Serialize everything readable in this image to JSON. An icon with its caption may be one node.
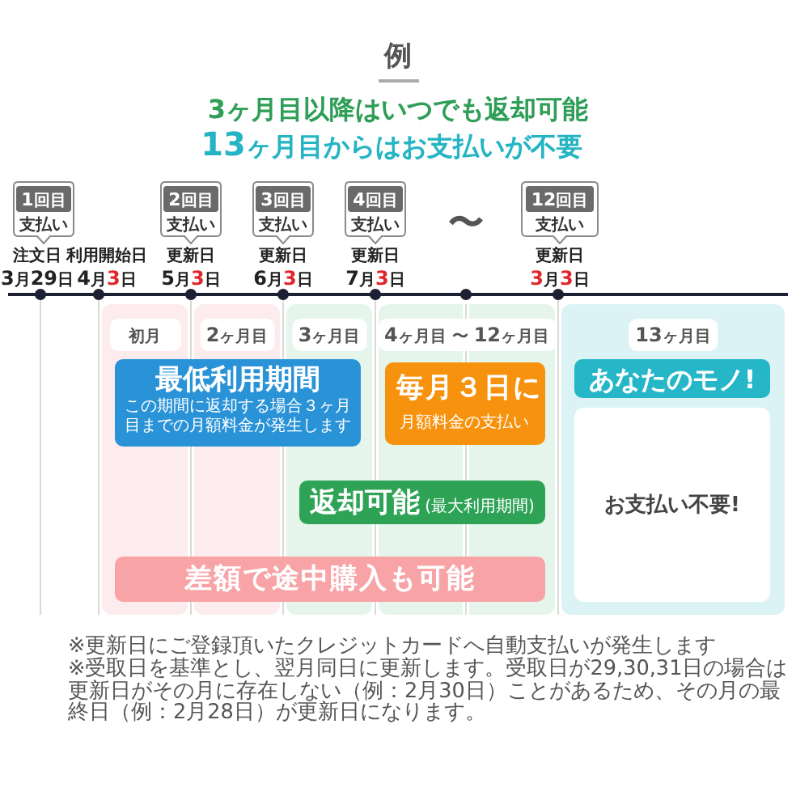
{
  "diagram": {
    "title": "例",
    "nodes": [
      {
        "text": [
          "1回目",
          "支払い"
        ]
      },
      {
        "text": [
          "2回目",
          "支払い"
        ]
      },
      {
        "text": [
          "3回目",
          "支払い"
        ]
      },
      {
        "text": [
          "4回目",
          "支払い"
        ]
      },
      {
        "text": [
          "12回目",
          "支払い"
        ]
      },
      {
        "text": [
          "初月"
        ]
      },
      {
        "text": [
          "2ヶ月目"
        ]
      },
      {
        "text": [
          "3ヶ月目"
        ]
      },
      {
        "text": [
          "4ヶ月目 〜 12ヶ月目"
        ]
      },
      {
        "text": [
          "13ヶ月目"
        ]
      },
      {
        "text": [
          "最低利用期間",
          "この期間に返却する場合３ヶ月目までの月額料金が発生します"
        ]
      },
      {
        "text": [
          "毎月３日に",
          "月額料金の支払い"
        ],
        "in": 8
      },
      {
        "text": [
          "あなたのモノ!"
        ],
        "in": 9
      },
      {
        "text": [
          "お支払い不要!"
        ],
        "in": 9
      },
      {
        "text": [
          "返却可能",
          "(最大利用期間)"
        ]
      },
      {
        "text": [
          "差額で途中購入も可能"
        ]
      }
    ],
    "labels": [
      "3ヶ月目以降はいつでも返却可能",
      "13ヶ月目からはお支払いが不要",
      "〜",
      "注文日",
      "3月29日",
      "利用開始日",
      "4月3日",
      "更新日",
      "5月3日",
      "更新日",
      "6月3日",
      "更新日",
      "7月3日",
      "更新日",
      "3月3日",
      "※更新日にご登録頂いたクレジットカードへ自動支払いが発生します",
      "※受取日を基準とし、翌月同日に更新します。受取日が29,30,31日の場合は更新日がその月に存在しない（例：2月30日）ことがあるため、その月の最終日（例：2月28日）が更新日になります。"
    ]
  }
}
